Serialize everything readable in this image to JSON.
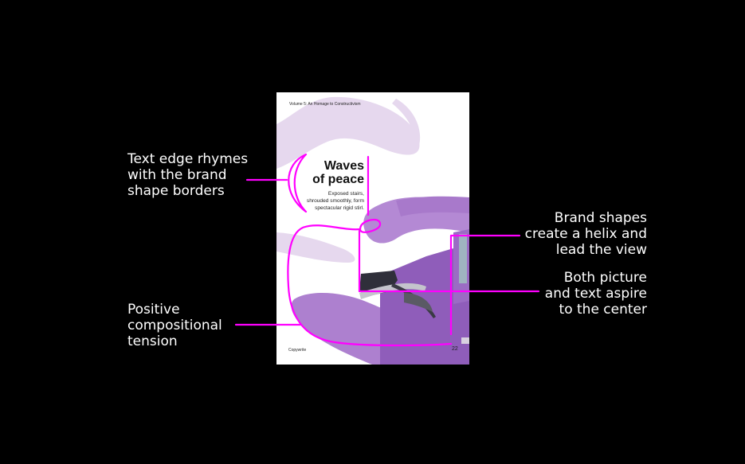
{
  "page": {
    "volume": "Volume 5: An Homage to Constructivism",
    "headline": [
      "Waves",
      "of peace"
    ],
    "subtitle": [
      "Exposed stairs,",
      "shrouded smoothly, form",
      "spectacular rigid stirl."
    ],
    "footer_left": "Copywrite",
    "page_number": "22"
  },
  "annotations": {
    "text_edge": [
      "Text edge rhymes",
      "with the brand",
      "shape borders"
    ],
    "tension": [
      "Positive",
      "compositional",
      "tension"
    ],
    "brand_shapes": [
      "Brand shapes",
      "create a helix and",
      "lead the view"
    ],
    "center": [
      "Both picture",
      "and text aspire",
      "to the center"
    ]
  },
  "colors": {
    "background": "#000000",
    "accent_magenta": "#ff00ff",
    "lavender_light": "#e8dcef",
    "lavender": "#c9a6df",
    "violet": "#a96fcd",
    "building_purple": "#8d58b8"
  }
}
